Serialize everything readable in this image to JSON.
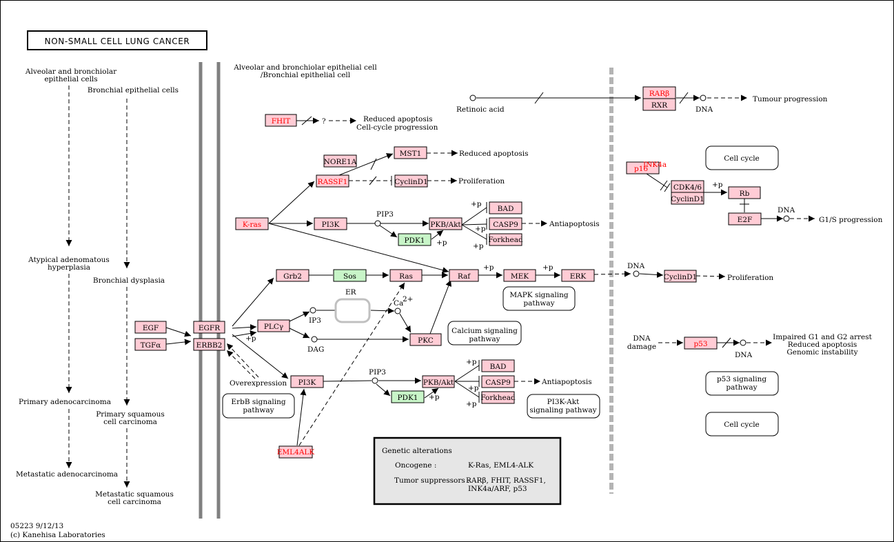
{
  "title": "NON-SMALL CELL LUNG CANCER",
  "footer": {
    "code": "05223 9/12/13",
    "copyright": "(c) Kanehisa Laboratories"
  },
  "colors": {
    "gene_pink": "#ffccd5",
    "gene_green": "#c8f5c8",
    "red_text": "#ff0000",
    "membrane": "#808080",
    "legend_bg": "#e6e6e6"
  },
  "left_panel": {
    "origin_alveolar": [
      "Alveolar and bronchiolar",
      "epithelial cells"
    ],
    "origin_bronchial": "Bronchial epithelial cells",
    "atypical": [
      "Atypical adenomatous",
      "hyperplasia"
    ],
    "dysplasia": "Bronchial dysplasia",
    "adenocarcinoma": "Primary adenocarcinoma",
    "squamous": [
      "Primary squamous",
      "cell carcinoma"
    ],
    "metastatic_adeno": "Metastatic adenocarcinoma",
    "metastatic_squamous": [
      "Metastatic squamous",
      "cell carcinoma"
    ]
  },
  "cell_header": [
    "Alveolar and bronchiolar epithelial cell",
    "/Bronchial epithelial cell"
  ],
  "genes": {
    "fhit": "FHIT",
    "nore1a": "NORE1A",
    "mst1": "MST1",
    "rassf1": "RASSF1",
    "cyclind1_a": "CyclinD1",
    "kras": "K-ras",
    "pi3k_a": "PI3K",
    "pkbakt_a": "PKB/Akt",
    "pdk1_a": "PDK1",
    "bad_a": "BAD",
    "casp9_a": "CASP9",
    "forkhead_a": "Forkhead",
    "egf": "EGF",
    "tgfa": "TGFα",
    "egfr": "EGFR",
    "erbb2": "ERBB2",
    "grb2": "Grb2",
    "sos": "Sos",
    "ras": "Ras",
    "raf": "Raf",
    "mek": "MEK",
    "erk": "ERK",
    "cyclind1_b": "CyclinD1",
    "plcg": "PLCγ",
    "pkc": "PKC",
    "pi3k_b": "PI3K",
    "pkbakt_b": "PKB/Akt",
    "pdk1_b": "PDK1",
    "bad_b": "BAD",
    "casp9_b": "CASP9",
    "forkhead_b": "Forkhead",
    "eml4alk": "EML4ALK",
    "rarb": "RARβ",
    "rxr": "RXR",
    "p16": "p16",
    "p16_sup": "INK4a",
    "cdk46": "CDK4/6",
    "cyclind1_c": "CyclinD1",
    "rb": "Rb",
    "e2f": "E2F",
    "p53": "p53"
  },
  "labels": {
    "q": "?",
    "reduced_apoptosis_cc": [
      "Reduced apoptosis",
      "Cell-cycle progression"
    ],
    "reduced_apoptosis": "Reduced apoptosis",
    "proliferation_a": "Proliferation",
    "pip3_a": "PIP3",
    "pip3_b": "PIP3",
    "antiapoptosis_a": "Antiapoptosis",
    "antiapoptosis_b": "Antiapoptosis",
    "plus_p": "+p",
    "er": "ER",
    "ca": "Ca",
    "ca_sup": "2+",
    "ip3": "IP3",
    "dag": "DAG",
    "dna": "DNA",
    "proliferation_b": "Proliferation",
    "overexpression": "Overexpression",
    "retinoic_acid": "Retinoic acid",
    "tumour_progression": "Tumour progression",
    "g1s": "G1/S progression",
    "dna_damage": [
      "DNA",
      "damage"
    ],
    "arrest": [
      "Impaired G1 and G2 arrest",
      "Reduced apoptosis",
      "Genomic instability"
    ]
  },
  "pathway_boxes": {
    "mapk": [
      "MAPK signaling",
      "pathway"
    ],
    "calcium": [
      "Calcium signaling",
      "pathway"
    ],
    "erbb": [
      "ErbB signaling",
      "pathway"
    ],
    "pi3k_akt": [
      "PI3K-Akt",
      "signaling pathway"
    ],
    "cell_cycle_a": "Cell cycle",
    "p53": [
      "p53 signaling",
      "pathway"
    ],
    "cell_cycle_b": "Cell cycle"
  },
  "legend": {
    "title": "Genetic alterations",
    "oncogene_label": "Oncogene :",
    "oncogene_value": "K-Ras, EML4-ALK",
    "suppressor_label": "Tumor suppressors :",
    "suppressor_value": [
      "RARβ, FHIT, RASSF1,",
      "INK4a/ARF, p53"
    ]
  }
}
